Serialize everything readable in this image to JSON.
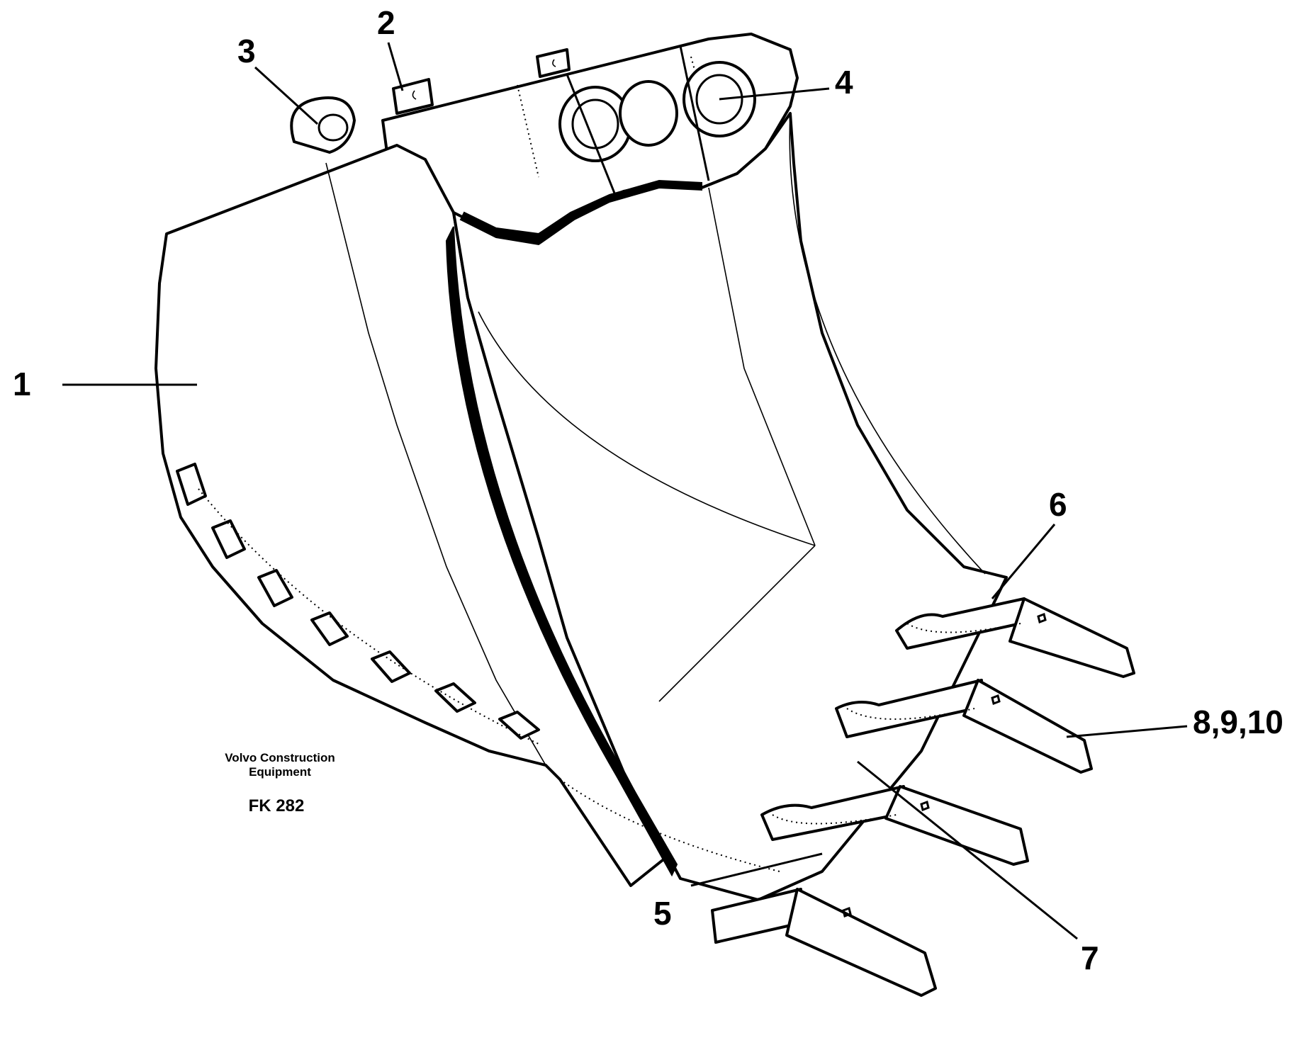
{
  "callouts": {
    "c1": "1",
    "c2": "2",
    "c3": "3",
    "c4": "4",
    "c5": "5",
    "c6": "6",
    "c7": "7",
    "c8": "8,9,10"
  },
  "caption": {
    "line1": "Volvo Construction",
    "line2": "Equipment",
    "code": "FK 282"
  }
}
